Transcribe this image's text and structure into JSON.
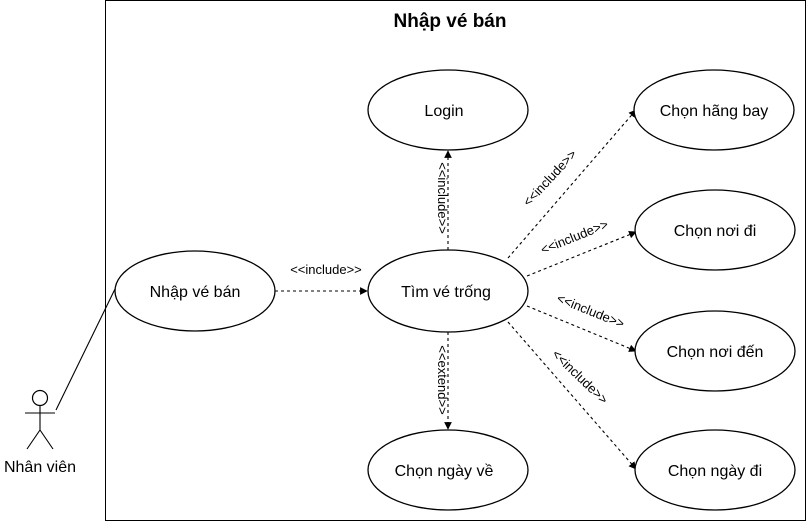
{
  "diagram": {
    "title": "Nhập vé bán",
    "actor": {
      "label": "Nhân viên"
    },
    "use_cases": {
      "nhap_ve_ban": "Nhập vé bán",
      "tim_ve_trong": "Tìm vé trống",
      "login": "Login",
      "chon_ngay_ve": "Chọn ngày về",
      "chon_hang_bay": "Chọn hãng bay",
      "chon_noi_di": "Chọn nơi đi",
      "chon_noi_den": "Chọn nơi đến",
      "chon_ngay_di": "Chọn ngày đi"
    },
    "relations": {
      "nhap_to_tim": "<<include>>",
      "tim_to_login": "<<include>>",
      "tim_to_ngay_ve": "<<extend>>",
      "tim_to_hang_bay": "<<include>>",
      "tim_to_noi_di": "<<include>>",
      "tim_to_noi_den": "<<include>>",
      "tim_to_ngay_di": "<<include>>"
    }
  }
}
